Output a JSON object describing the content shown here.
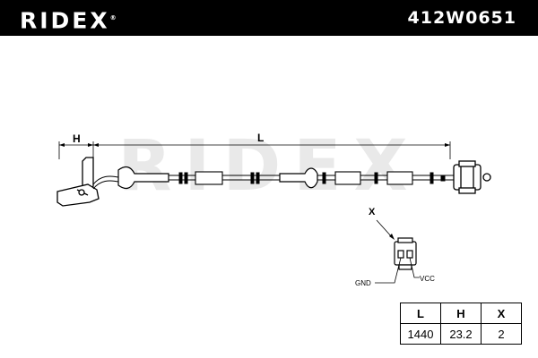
{
  "header": {
    "brand": "RIDEX",
    "registered_mark": "®",
    "part_number": "412W0651"
  },
  "drawing": {
    "watermark": "RIDEX",
    "dimension_h": "H",
    "dimension_l": "L",
    "view_label": "X",
    "pin_gnd": "GND",
    "pin_vcc": "VCC"
  },
  "specs": {
    "headers": [
      "L",
      "H",
      "X"
    ],
    "values": [
      "1440",
      "23.2",
      "2"
    ]
  },
  "colors": {
    "header_bg": "#000000",
    "line": "#000000",
    "watermark": "#e6e6e6"
  }
}
